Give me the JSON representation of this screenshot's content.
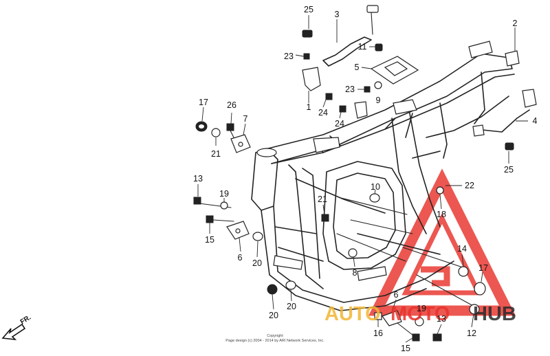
{
  "callouts": [
    {
      "id": "c25a",
      "label": "25"
    },
    {
      "id": "c3",
      "label": "3"
    },
    {
      "id": "c2",
      "label": "2"
    },
    {
      "id": "c11",
      "label": "11"
    },
    {
      "id": "c23a",
      "label": "23"
    },
    {
      "id": "c5",
      "label": "5"
    },
    {
      "id": "c23b",
      "label": "23"
    },
    {
      "id": "c9",
      "label": "9"
    },
    {
      "id": "c1",
      "label": "1"
    },
    {
      "id": "c24a",
      "label": "24"
    },
    {
      "id": "c24b",
      "label": "24"
    },
    {
      "id": "c17a",
      "label": "17"
    },
    {
      "id": "c26",
      "label": "26"
    },
    {
      "id": "c7",
      "label": "7"
    },
    {
      "id": "c21a",
      "label": "21"
    },
    {
      "id": "c4",
      "label": "4"
    },
    {
      "id": "c25b",
      "label": "25"
    },
    {
      "id": "c13a",
      "label": "13"
    },
    {
      "id": "c19a",
      "label": "19"
    },
    {
      "id": "c10",
      "label": "10"
    },
    {
      "id": "c22",
      "label": "22"
    },
    {
      "id": "c21b",
      "label": "21"
    },
    {
      "id": "c18",
      "label": "18"
    },
    {
      "id": "c15a",
      "label": "15"
    },
    {
      "id": "c6a",
      "label": "6"
    },
    {
      "id": "c20a",
      "label": "20"
    },
    {
      "id": "c14",
      "label": "14"
    },
    {
      "id": "c8",
      "label": "8"
    },
    {
      "id": "c17b",
      "label": "17"
    },
    {
      "id": "c20b",
      "label": "20"
    },
    {
      "id": "c20c",
      "label": "20"
    },
    {
      "id": "c6b",
      "label": "6"
    },
    {
      "id": "c19b",
      "label": "19"
    },
    {
      "id": "c16",
      "label": "16"
    },
    {
      "id": "c13b",
      "label": "13"
    },
    {
      "id": "c12",
      "label": "12"
    },
    {
      "id": "c15b",
      "label": "15"
    }
  ],
  "direction_label": "FR.",
  "watermark": {
    "part1": "AUTO",
    "part2": "MOTO",
    "part3": "HUB",
    "color_primary": "#e8332c",
    "color_accent": "#f2b632",
    "color_dark": "#2a2a2a"
  },
  "copyright": {
    "line1": "Copyright",
    "line2": "Page design (c) 2004 - 2014 by ARI Network Services, Inc."
  }
}
